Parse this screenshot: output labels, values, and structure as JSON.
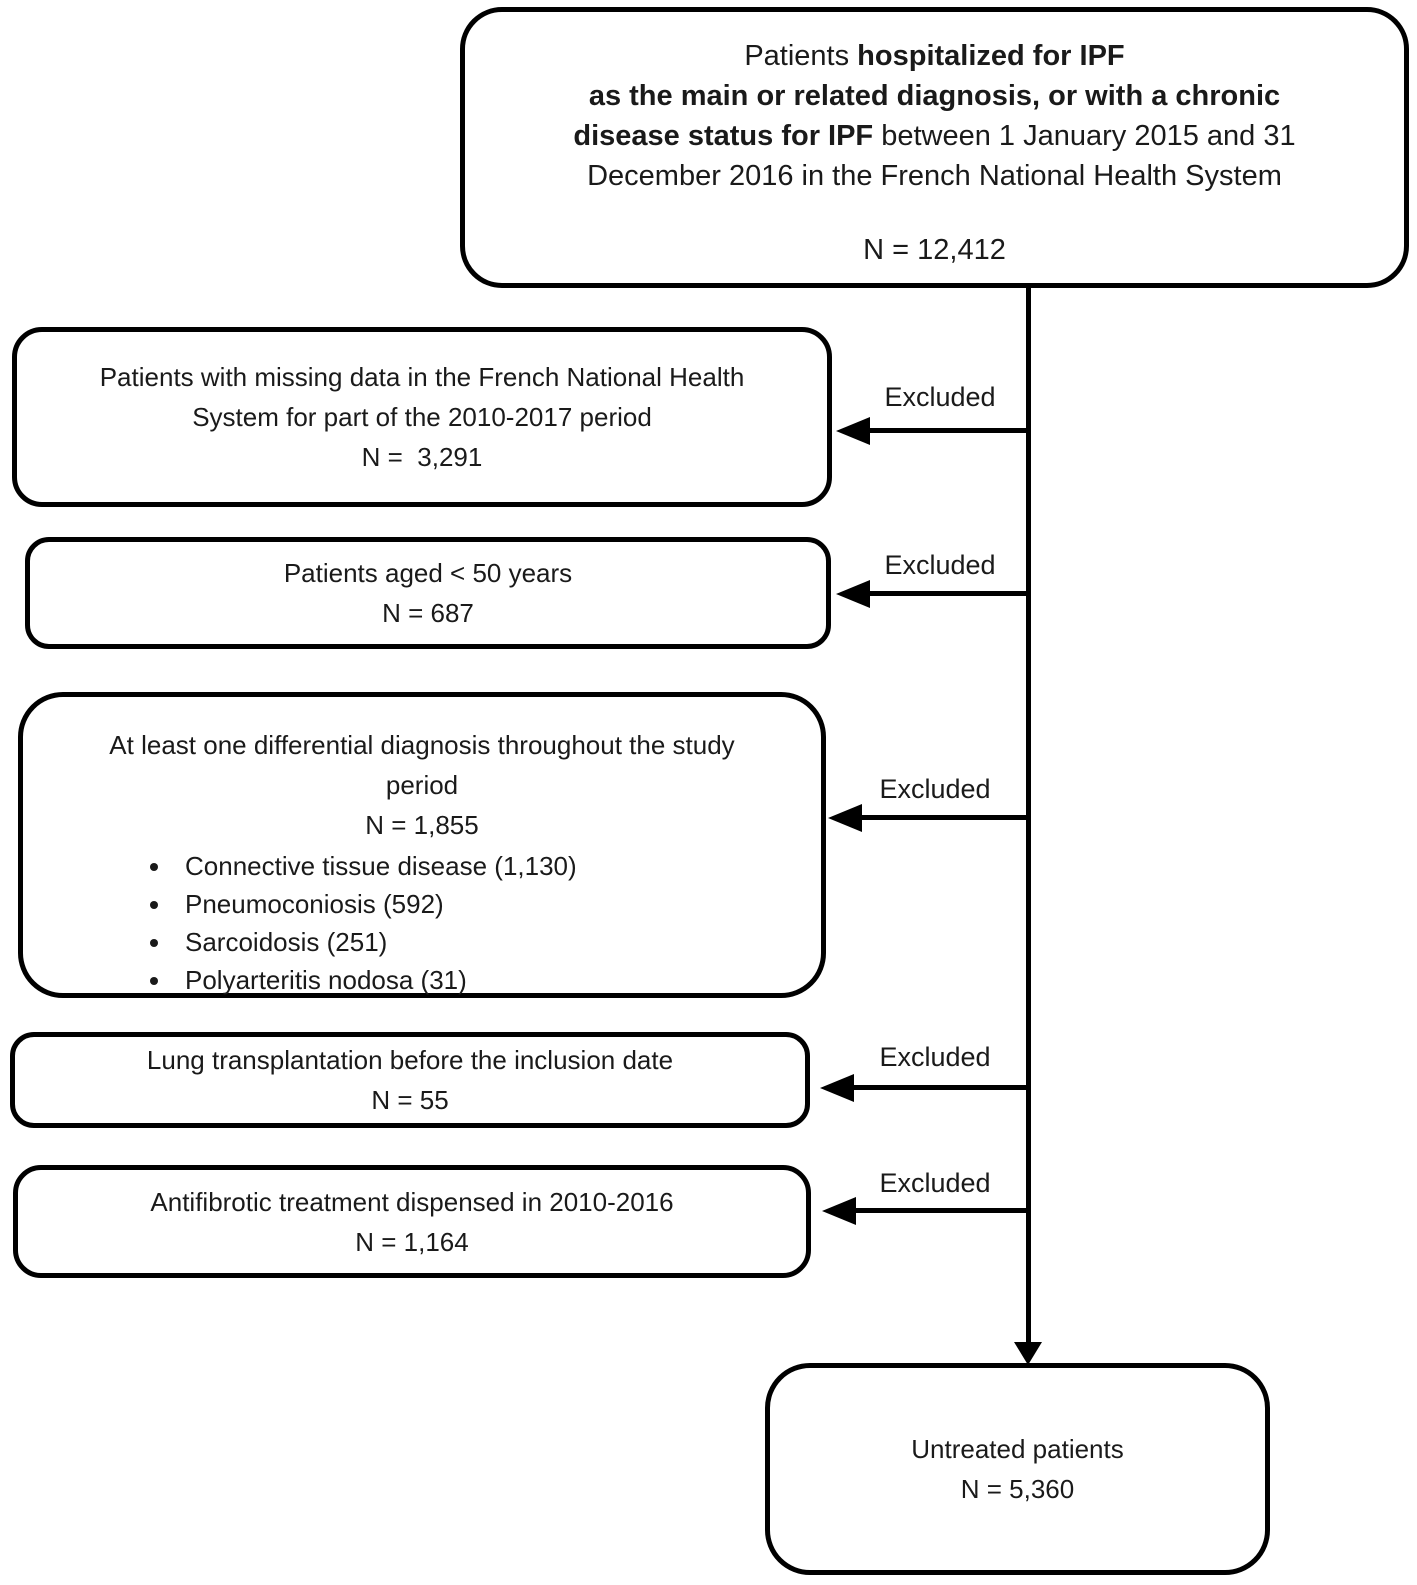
{
  "diagram": {
    "title_semantic": "IPF patient selection flow chart",
    "excluded_label": "Excluded",
    "top_box": {
      "regular1": "Patients ",
      "bold1": "hospitalized for IPF",
      "bold2": "as the main or related diagnosis, or with a chronic",
      "bold3": "disease status for IPF",
      "regular2": " between 1 January 2015 and 31",
      "regular3": "December 2016 in the French National Health System",
      "n": "N = 12,412"
    },
    "exclusions": [
      {
        "line1": "Patients with missing data in the French National Health",
        "line2": "System for part of the 2010-2017 period",
        "n": "N =  3,291"
      },
      {
        "line1": "Patients aged < 50 years",
        "n": "N = 687"
      },
      {
        "line1": "At least one differential diagnosis throughout the study",
        "line2": "period",
        "n": "N = 1,855",
        "bullets": [
          "Connective tissue disease (1,130)",
          "Pneumoconiosis (592)",
          "Sarcoidosis (251)",
          "Polyarteritis nodosa (31)"
        ]
      },
      {
        "line1": "Lung transplantation before the inclusion date",
        "n": "N = 55"
      },
      {
        "line1": "Antifibrotic treatment dispensed in 2010-2016",
        "n": "N = 1,164"
      }
    ],
    "final_box": {
      "line1": "Untreated patients",
      "n": "N = 5,360"
    },
    "colors": {
      "line": "#000000",
      "text": "#1a1a1a",
      "background": "#ffffff"
    }
  }
}
